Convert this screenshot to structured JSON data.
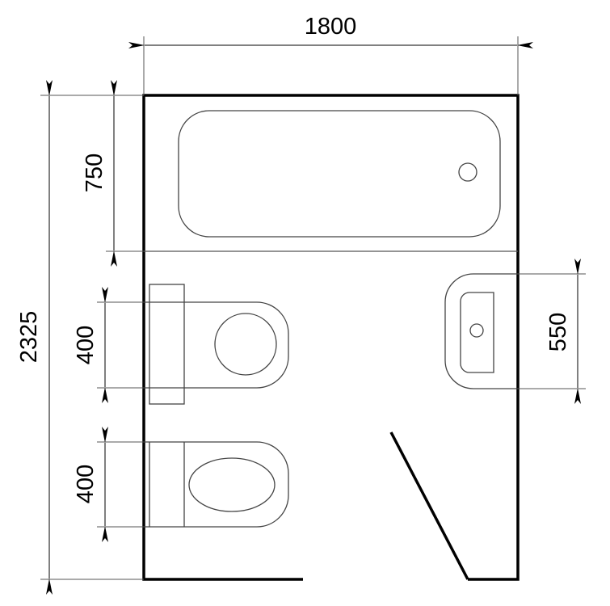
{
  "drawing": {
    "type": "bathroom floor plan",
    "colors": {
      "wall": "#000000",
      "fixture": "#333333",
      "dimension": "#000000",
      "background": "#ffffff"
    }
  },
  "dimensions": {
    "overall_width": "1800",
    "overall_length": "2325",
    "bathtub_width": "750",
    "bidet_width": "400",
    "toilet_width": "400",
    "sink_width": "550"
  },
  "fixtures": [
    {
      "name": "bathtub",
      "has_drain": true
    },
    {
      "name": "bidet",
      "has_tank": true
    },
    {
      "name": "toilet",
      "has_tank": true
    },
    {
      "name": "washbasin",
      "has_drain": true
    },
    {
      "name": "door",
      "type": "swing"
    }
  ]
}
